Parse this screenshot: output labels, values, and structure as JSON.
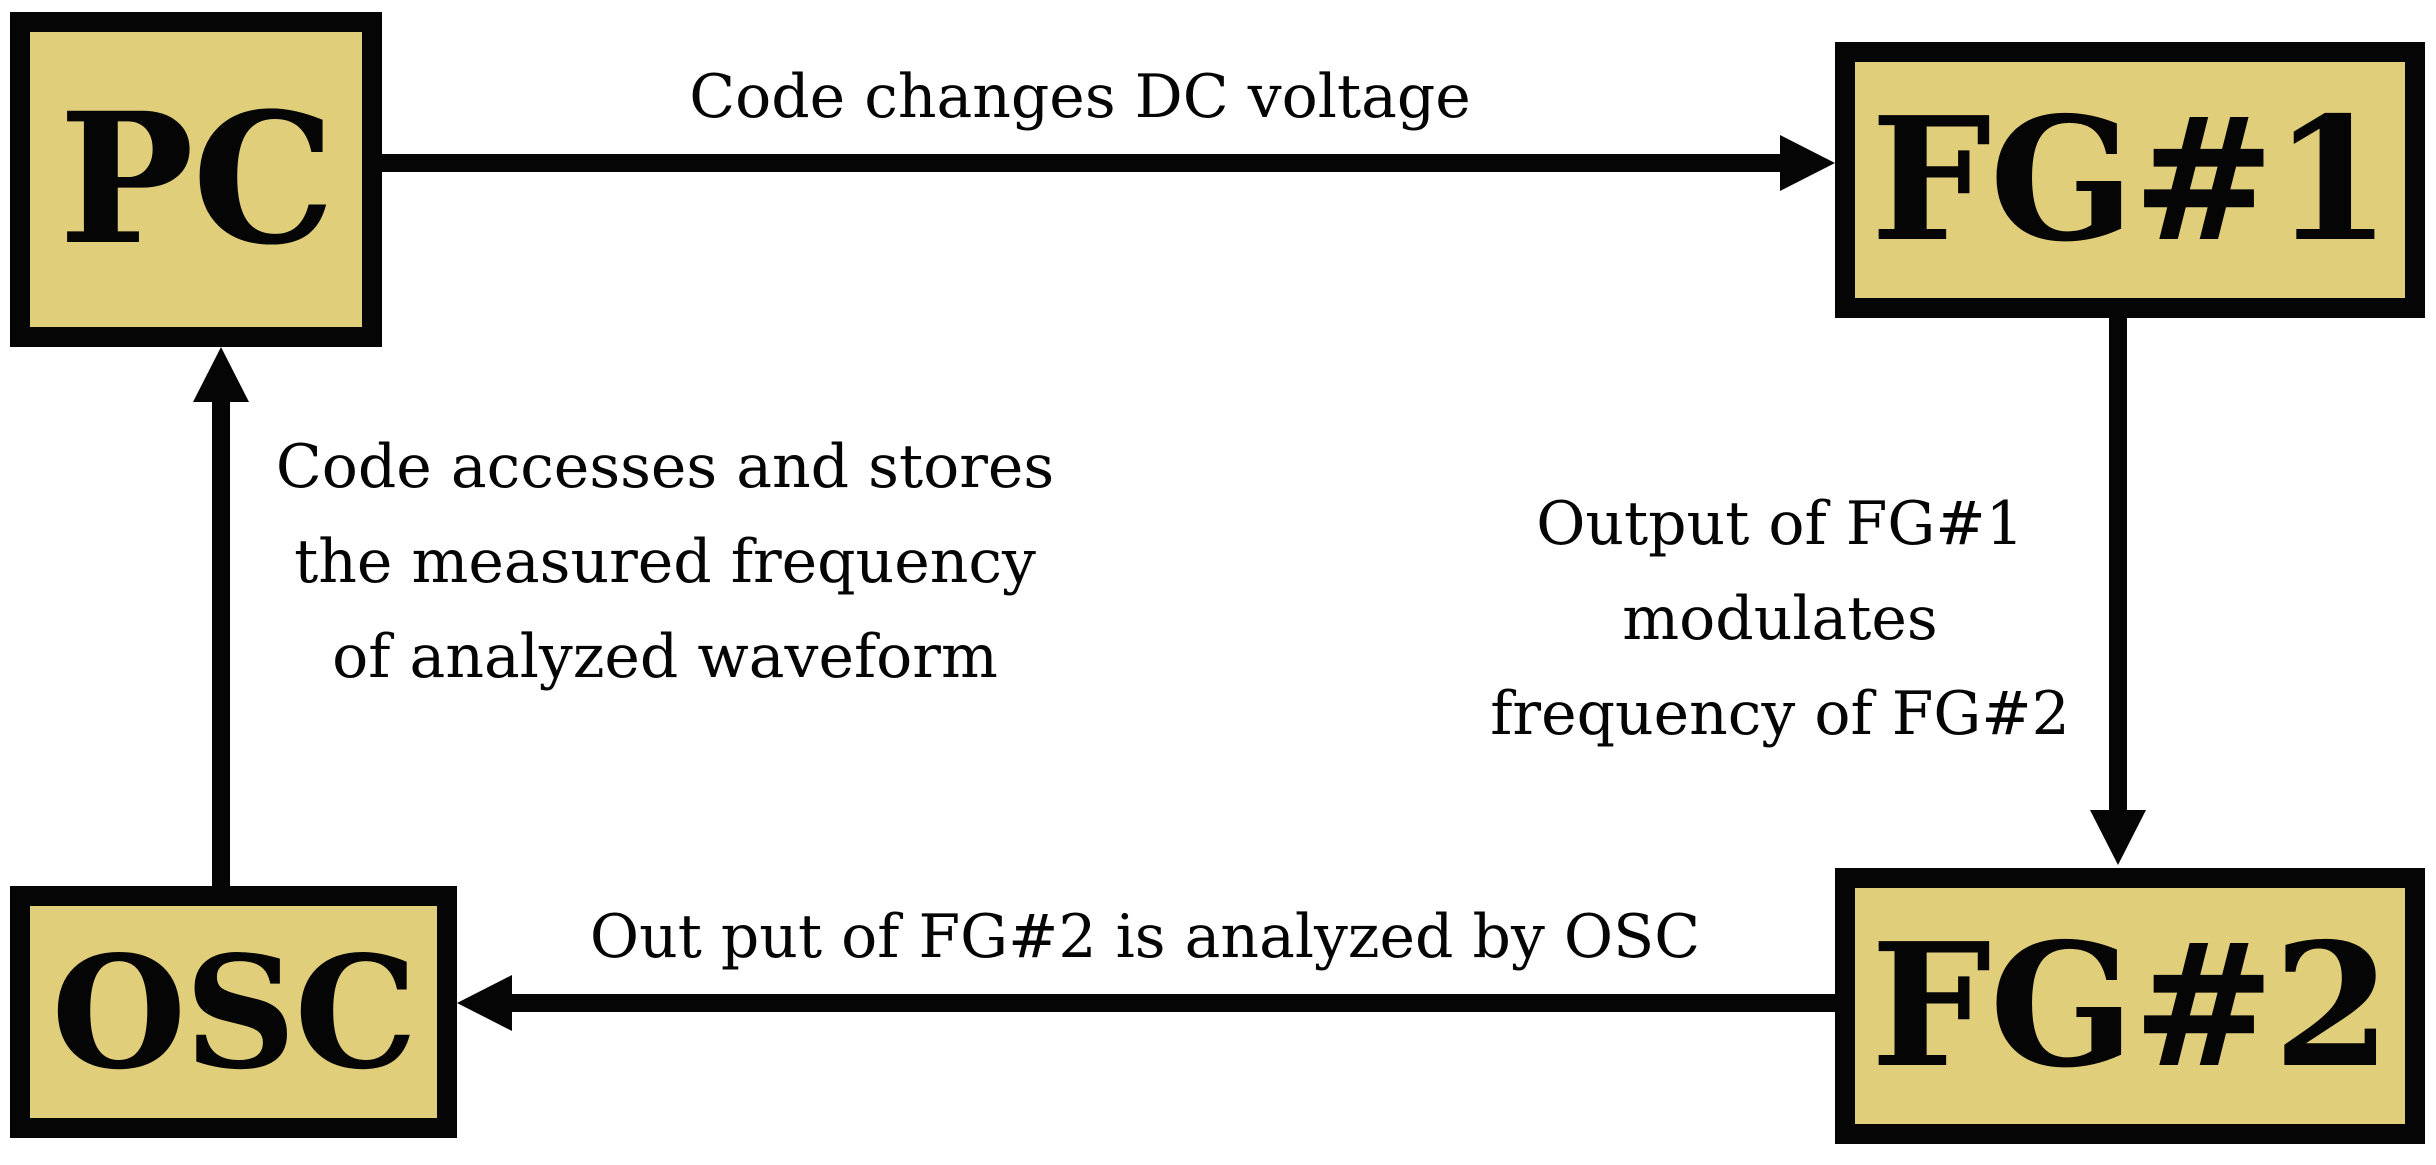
{
  "nodes": {
    "pc": "PC",
    "fg1": "FG#1",
    "fg2": "FG#2",
    "osc": "OSC"
  },
  "edges": {
    "pc_to_fg1": "Code changes DC voltage",
    "fg1_to_fg2": [
      "Output of FG#1",
      "modulates",
      "frequency of FG#2"
    ],
    "fg2_to_osc": "Out put of FG#2 is analyzed by OSC",
    "osc_to_pc": [
      "Code accesses and stores",
      "the measured frequency",
      "of analyzed waveform"
    ]
  },
  "colors": {
    "box_fill": "#e0ce7a",
    "stroke": "#050505",
    "background": "#ffffff"
  }
}
